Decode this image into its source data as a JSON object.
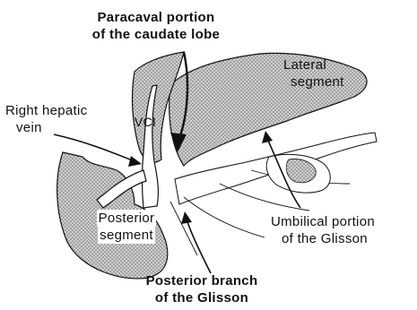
{
  "figure": {
    "labels": {
      "paracaval": [
        "Paracaval portion",
        "of the caudate lobe"
      ],
      "lateral": [
        "Lateral",
        "segment"
      ],
      "right_hepatic_vein": [
        "Right hepatic",
        "vein"
      ],
      "vci": "VCI",
      "posterior_segment": [
        "Posterior",
        "segment"
      ],
      "umbilical": [
        "Umbilical portion",
        "of the Glisson"
      ],
      "posterior_branch": [
        "Posterior branch",
        "of the Glisson"
      ]
    },
    "colors": {
      "liver_fill": "#a9a9a9",
      "ink": "#111111",
      "background": "#ffffff"
    }
  }
}
